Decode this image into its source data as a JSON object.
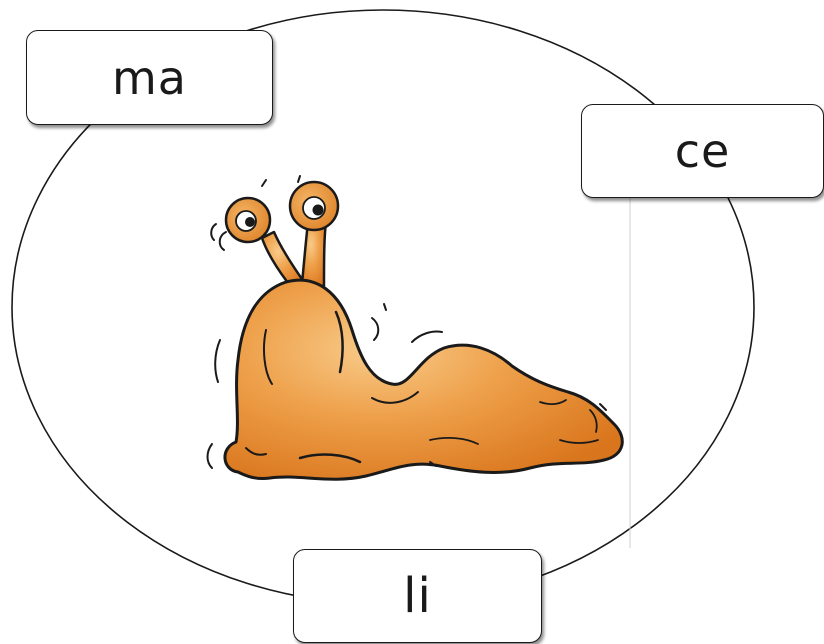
{
  "syllables": {
    "top_left": "ma",
    "right": "ce",
    "bottom": "li"
  },
  "illustration": {
    "icon": "slug-icon",
    "body_color": "#e8922e",
    "highlight_color": "#f6c07a",
    "outline_color": "#1a1a1a"
  },
  "colors": {
    "background": "#ffffff",
    "line": "#1a1a1a"
  }
}
